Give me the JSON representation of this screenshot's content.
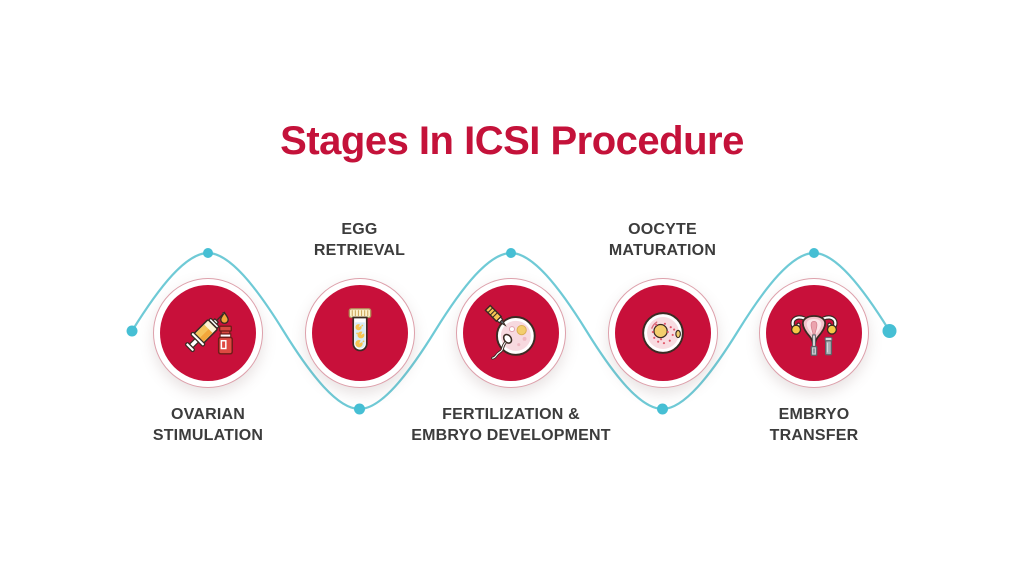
{
  "title": "Stages In ICSI Procedure",
  "colors": {
    "background": "#FFFFFF",
    "title_text": "#C4123A",
    "stage_disc": "#C8103A",
    "stage_ring": "#DDA0AB",
    "line": "#6FCAD6",
    "dot": "#46BFD4",
    "label_text": "#3C3C3C"
  },
  "stages": [
    {
      "id": "ovarian-stimulation",
      "label_lines": [
        "OVARIAN",
        "STIMULATION"
      ],
      "label_position": "below",
      "icon": "syringe-and-medicine-vial-icon"
    },
    {
      "id": "egg-retrieval",
      "label_lines": [
        "EGG",
        "RETRIEVAL"
      ],
      "label_position": "above",
      "icon": "test-tube-with-eggs-icon"
    },
    {
      "id": "fertilization-embryo-development",
      "label_lines": [
        "FERTILIZATION &",
        "EMBRYO DEVELOPMENT"
      ],
      "label_position": "below",
      "icon": "icsi-needle-injecting-egg-icon"
    },
    {
      "id": "oocyte-maturation",
      "label_lines": [
        "OOCYTE",
        "MATURATION"
      ],
      "label_position": "above",
      "icon": "oocyte-cell-icon"
    },
    {
      "id": "embryo-transfer",
      "label_lines": [
        "EMBRYO",
        "TRANSFER"
      ],
      "label_position": "below",
      "icon": "uterus-with-catheter-icon"
    }
  ]
}
